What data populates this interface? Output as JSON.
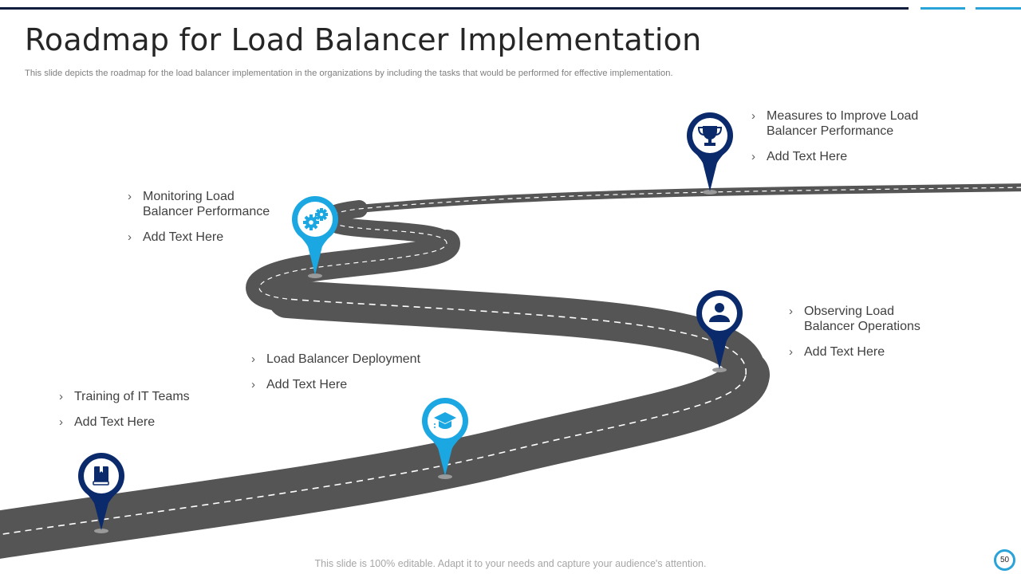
{
  "slide": {
    "title": "Roadmap for Load Balancer Implementation",
    "subtitle": "This slide depicts the roadmap for the load balancer implementation in the organizations by including the tasks that would be performed for effective implementation.",
    "footer": "This slide is 100% editable. Adapt it to your needs and capture your audience's attention.",
    "page_number": "50",
    "colors": {
      "navy": "#0a2a6b",
      "cyan": "#1ba7e1",
      "road": "#555555",
      "top_bar": "#0f1e3d",
      "accent": "#2aa3d8"
    }
  },
  "milestones": [
    {
      "id": "training",
      "icon": "book-icon",
      "pin_color": "navy",
      "items": [
        "Training of IT Teams",
        "Add Text Here"
      ]
    },
    {
      "id": "deployment",
      "icon": "graduation-cap-icon",
      "pin_color": "cyan",
      "items": [
        "Load Balancer Deployment",
        "Add Text Here"
      ]
    },
    {
      "id": "observing",
      "icon": "user-icon",
      "pin_color": "navy",
      "items": [
        "Observing Load Balancer Operations",
        "Add Text Here"
      ],
      "lines": [
        "Observing Load",
        "Balancer Operations"
      ]
    },
    {
      "id": "monitoring",
      "icon": "gears-icon",
      "pin_color": "cyan",
      "items": [
        "Monitoring Load Balancer Performance",
        "Add Text Here"
      ],
      "lines": [
        "Monitoring Load",
        "Balancer Performance"
      ]
    },
    {
      "id": "measures",
      "icon": "trophy-icon",
      "pin_color": "navy",
      "items": [
        "Measures to Improve Load Balancer Performance",
        "Add Text Here"
      ],
      "lines": [
        "Measures to Improve  Load",
        "Balancer Performance"
      ]
    }
  ],
  "bullet_glyph": "›"
}
